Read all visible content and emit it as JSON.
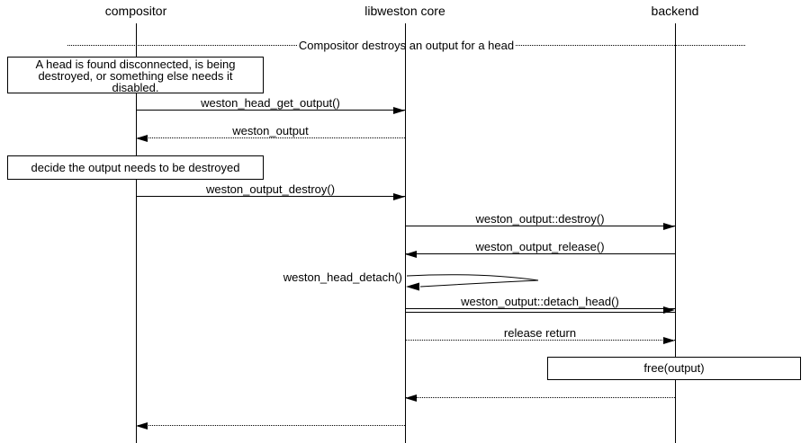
{
  "diagram": {
    "title": "Compositor destroys an output for a head",
    "actors": {
      "compositor": "compositor",
      "libweston": "libweston core",
      "backend": "backend"
    },
    "notes": {
      "head_disconnected_lines": [
        "A head is found disconnected, is being",
        "destroyed, or something else needs it",
        "disabled."
      ],
      "decide_destroy": "decide the output needs to be destroyed",
      "free_output": "free(output)"
    },
    "messages": {
      "head_get_output": "weston_head_get_output()",
      "weston_output_return": "weston_output",
      "output_destroy": "weston_output_destroy()",
      "output_destroy_vfunc": "weston_output::destroy()",
      "output_release": "weston_output_release()",
      "head_detach": "weston_head_detach()",
      "detach_head_vfunc": "weston_output::detach_head()",
      "release_return": "release return"
    }
  }
}
